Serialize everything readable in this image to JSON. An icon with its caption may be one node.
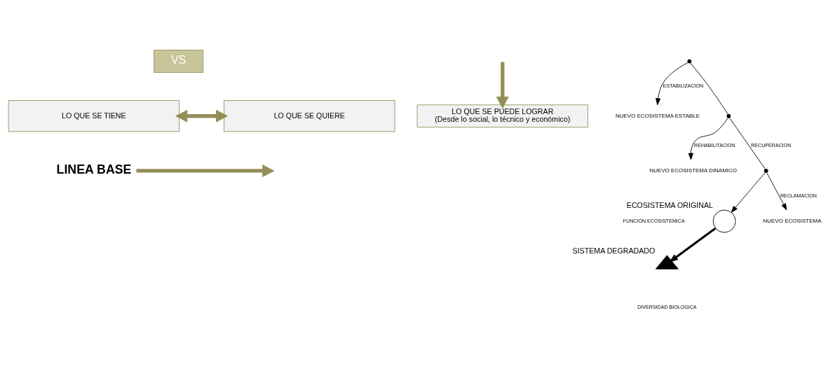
{
  "diagram": {
    "nodes": [
      {
        "text": [
          "VS"
        ]
      },
      {
        "text": [
          "LO QUE SE TIENE"
        ]
      },
      {
        "text": [
          "LO QUE SE QUIERE"
        ]
      },
      {
        "text": [
          "LINEA BASE"
        ]
      },
      {
        "text": [
          "LO QUE SE PUEDE LOGRAR",
          "(Desde lo social, lo técnico y económico)"
        ]
      },
      {
        "text": [
          "ECOSISTEMA ORIGINAL"
        ]
      },
      {
        "text": [
          "NUEVO ECOSISTEMA DINAMICO"
        ]
      },
      {
        "text": [
          "NUEVO ECOSISTEMA ESTABLE"
        ]
      },
      {
        "text": [
          "NUEVO ECOSISTEMA"
        ]
      },
      {
        "text": [],
        "shape": "circle"
      },
      {
        "text": [],
        "shape": "circle"
      },
      {
        "text": [],
        "shape": "circle"
      },
      {
        "text": [
          "SISTEMA DEGRADADO"
        ]
      }
    ],
    "edges": [
      {
        "from": 1,
        "to": 2,
        "arrow": "both",
        "style": "thick",
        "color": "#948f57"
      },
      {
        "from": 3,
        "to": null,
        "arrow": "to",
        "style": "thick",
        "color": "#948f57"
      },
      {
        "from": null,
        "to": 4,
        "arrow": "to",
        "style": "thick",
        "color": "#948f57"
      },
      {
        "from": 9,
        "to": 7,
        "arrow": "to",
        "label": "ESTABILIZACION"
      },
      {
        "from": 9,
        "to": 10,
        "arrow": "none"
      },
      {
        "from": 10,
        "to": 6,
        "arrow": "to",
        "label": "REHABILITACION"
      },
      {
        "from": 10,
        "to": 11,
        "arrow": "none",
        "label": "RECUPERACION"
      },
      {
        "from": 11,
        "to": 5,
        "arrow": "to"
      },
      {
        "from": 11,
        "to": 8,
        "arrow": "to",
        "label": "RECLAMACION"
      },
      {
        "from": 5,
        "to": 12,
        "arrow": "to",
        "style": "thick"
      }
    ],
    "labels": [
      "FUNCION ECOSISTEMICA",
      "DIVERSIDAD BIOLOGICA"
    ]
  }
}
